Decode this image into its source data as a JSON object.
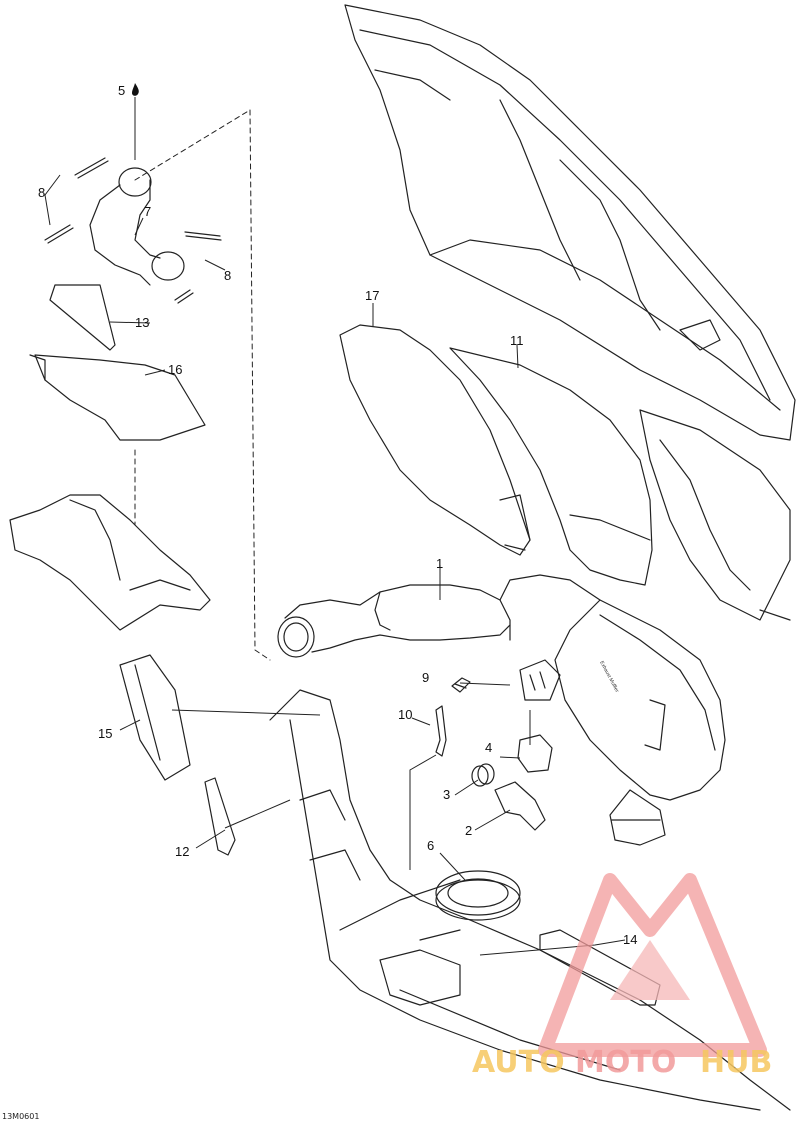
{
  "diagram": {
    "callouts": [
      {
        "id": "c17",
        "label": "17"
      },
      {
        "id": "c11",
        "label": "11"
      },
      {
        "id": "c1",
        "label": "1"
      },
      {
        "id": "c9",
        "label": "9"
      },
      {
        "id": "c10",
        "label": "10"
      },
      {
        "id": "c4",
        "label": "4"
      },
      {
        "id": "c3",
        "label": "3"
      },
      {
        "id": "c2",
        "label": "2"
      },
      {
        "id": "c6",
        "label": "6"
      },
      {
        "id": "c14",
        "label": "14"
      },
      {
        "id": "c15",
        "label": "15"
      },
      {
        "id": "c12",
        "label": "12"
      },
      {
        "id": "c5",
        "label": "5"
      },
      {
        "id": "c8a",
        "label": "8"
      },
      {
        "id": "c8b",
        "label": "8"
      },
      {
        "id": "c7",
        "label": "7"
      },
      {
        "id": "c13",
        "label": "13"
      },
      {
        "id": "c16",
        "label": "16"
      }
    ],
    "drawing_code": "13M0601",
    "muffler_label": "Exhaust Muffler"
  },
  "watermark": {
    "part1": "AUTO",
    "part2": "MOTO",
    "part3": "HUB",
    "color_primary": "#f4a0a0",
    "color_accent": "#f6c760"
  },
  "colors": {
    "line": "#222222",
    "stroke_light": "#555555"
  }
}
